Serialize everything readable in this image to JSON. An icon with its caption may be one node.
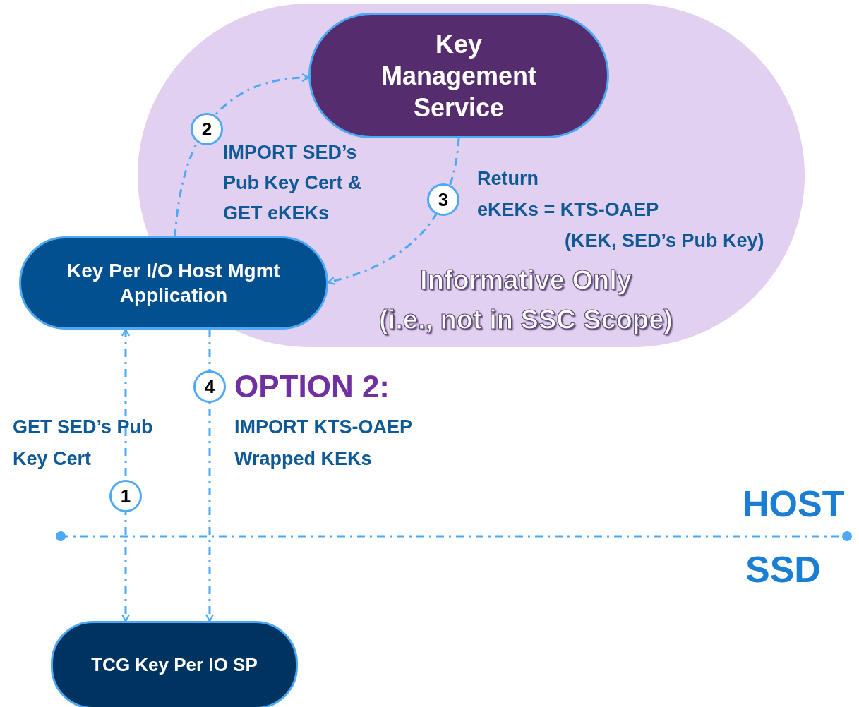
{
  "diagram": {
    "nodes": [
      {
        "text": [
          "Informative Only",
          "(i.e., not in SSC Scope)"
        ]
      },
      {
        "text": [
          "Key Management Service"
        ],
        "in": 0
      },
      {
        "text": [
          "Key Per I/O Host Mgmt Application"
        ]
      },
      {
        "text": [
          "TCG Key Per IO SP"
        ]
      }
    ],
    "edges": [
      {
        "from": 2,
        "to": 3,
        "arrow": "both",
        "label": "1"
      },
      {
        "from": 2,
        "to": 1,
        "arrow": "to",
        "label": "2"
      },
      {
        "from": 1,
        "to": 2,
        "arrow": "to",
        "label": "3"
      },
      {
        "from": 2,
        "to": 3,
        "arrow": "to",
        "label": "4"
      }
    ],
    "labels": [
      "IMPORT SED’s Pub Key Cert & GET eKEKs",
      "Return",
      "eKEKs = KTS-OAEP",
      "(KEK, SED’s Pub Key)",
      "OPTION 2:",
      "IMPORT KTS-OAEP Wrapped KEKs",
      "GET SED’s Pub Key Cert",
      "HOST",
      "SSD"
    ]
  }
}
